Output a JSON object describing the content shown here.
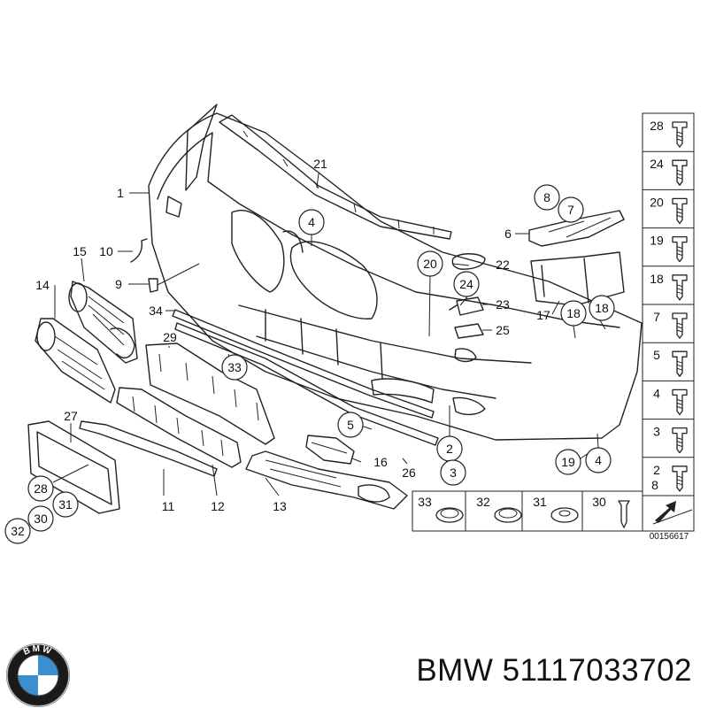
{
  "callouts": [
    {
      "id": "c1",
      "text": "1",
      "circled": false
    },
    {
      "id": "c21",
      "text": "21",
      "circled": false
    },
    {
      "id": "c4a",
      "text": "4",
      "circled": true
    },
    {
      "id": "c8a",
      "text": "8",
      "circled": true
    },
    {
      "id": "c7a",
      "text": "7",
      "circled": true
    },
    {
      "id": "c6",
      "text": "6",
      "circled": false
    },
    {
      "id": "c15",
      "text": "15",
      "circled": false
    },
    {
      "id": "c10",
      "text": "10",
      "circled": false
    },
    {
      "id": "c9",
      "text": "9",
      "circled": false
    },
    {
      "id": "c14",
      "text": "14",
      "circled": false
    },
    {
      "id": "c20a",
      "text": "20",
      "circled": true
    },
    {
      "id": "c22",
      "text": "22",
      "circled": false
    },
    {
      "id": "c24a",
      "text": "24",
      "circled": true
    },
    {
      "id": "c23",
      "text": "23",
      "circled": false
    },
    {
      "id": "c25",
      "text": "25",
      "circled": false
    },
    {
      "id": "c17",
      "text": "17",
      "circled": false
    },
    {
      "id": "c18a",
      "text": "18",
      "circled": true
    },
    {
      "id": "c18b",
      "text": "18",
      "circled": true
    },
    {
      "id": "c34",
      "text": "34",
      "circled": false
    },
    {
      "id": "c29",
      "text": "29",
      "circled": false
    },
    {
      "id": "c33a",
      "text": "33",
      "circled": true
    },
    {
      "id": "c5a",
      "text": "5",
      "circled": true
    },
    {
      "id": "c2a",
      "text": "2",
      "circled": true
    },
    {
      "id": "c3a",
      "text": "3",
      "circled": true
    },
    {
      "id": "c16",
      "text": "16",
      "circled": false
    },
    {
      "id": "c26",
      "text": "26",
      "circled": false
    },
    {
      "id": "c19a",
      "text": "19",
      "circled": true
    },
    {
      "id": "c4b",
      "text": "4",
      "circled": true
    },
    {
      "id": "c27",
      "text": "27",
      "circled": false
    },
    {
      "id": "c28a",
      "text": "28",
      "circled": true
    },
    {
      "id": "c31a",
      "text": "31",
      "circled": true
    },
    {
      "id": "c30a",
      "text": "30",
      "circled": true
    },
    {
      "id": "c32a",
      "text": "32",
      "circled": true
    },
    {
      "id": "c11",
      "text": "11",
      "circled": false
    },
    {
      "id": "c12",
      "text": "12",
      "circled": false
    },
    {
      "id": "c13",
      "text": "13",
      "circled": false
    }
  ],
  "side_panel": [
    {
      "text": "28"
    },
    {
      "text": "24"
    },
    {
      "text": "20"
    },
    {
      "text": "19"
    },
    {
      "text": "18"
    },
    {
      "text": "7"
    },
    {
      "text": "5"
    },
    {
      "text": "4"
    },
    {
      "text": "3"
    },
    {
      "text": "2"
    }
  ],
  "side_panel_extra": "8",
  "bottom_panel": [
    {
      "text": "33"
    },
    {
      "text": "32"
    },
    {
      "text": "31"
    },
    {
      "text": "30"
    }
  ],
  "ref_number": "00156617",
  "caption": "BMW 51117033702",
  "logo": {
    "text": "BMW",
    "colors": {
      "blue": "#3a8fd0",
      "ring": "#1a1a1a",
      "white": "#ffffff"
    }
  }
}
